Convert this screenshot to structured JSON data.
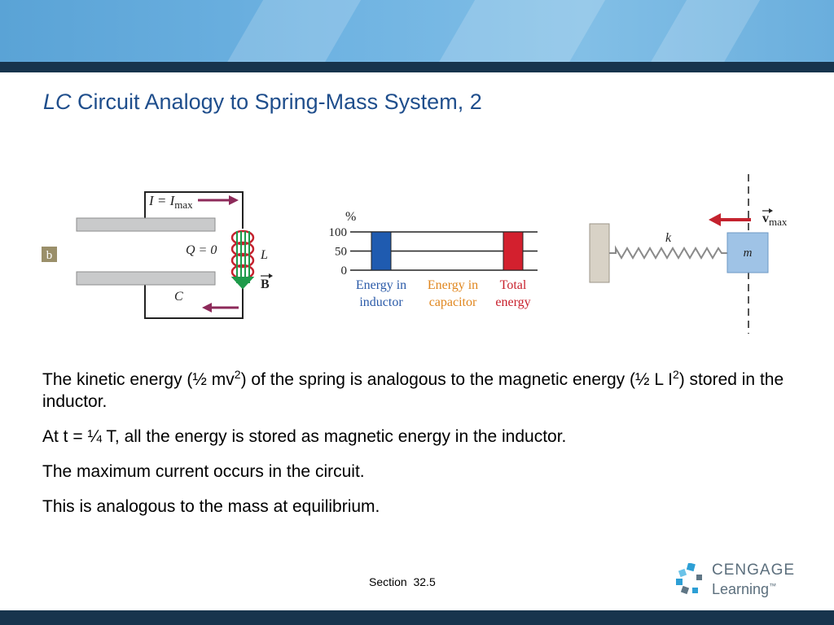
{
  "slide": {
    "title_italic": "LC",
    "title_rest": " Circuit Analogy to Spring-Mass System, 2",
    "paragraphs": [
      {
        "pre": "The kinetic energy (½ mv",
        "sup": "2",
        "post": ") of the spring is analogous to the magnetic energy (½ L I",
        "sup2": "2",
        "post2": ")  stored in the inductor."
      },
      {
        "text": "At t = ¼ T, all the energy is stored as magnetic energy in the inductor."
      },
      {
        "text": "The maximum current occurs in the circuit."
      },
      {
        "text": "This is analogous to the mass at equilibrium."
      }
    ],
    "footer": "Section  32.5"
  },
  "circuit": {
    "panel_label": "b",
    "current_label_I": "I = I",
    "current_label_sub": "max",
    "charge_label": "Q = 0",
    "inductor_label": "L",
    "field_label": "B",
    "capacitor_label": "C"
  },
  "energy_chart": {
    "unit_label": "%",
    "ticks": [
      "100",
      "50",
      "0"
    ],
    "bars": [
      {
        "line1": "Energy in",
        "line2": "inductor",
        "value": 100,
        "color": "#1f5bb0",
        "label_color": "#2a5aa8"
      },
      {
        "line1": "Energy in",
        "line2": "capacitor",
        "value": 0,
        "color": "#e38a1f",
        "label_color": "#e0861e"
      },
      {
        "line1": "Total",
        "line2": "energy",
        "value": 100,
        "color": "#d3202e",
        "label_color": "#c8202c"
      }
    ]
  },
  "spring": {
    "k_label": "k",
    "mass_label": "m",
    "velocity_label": "v",
    "velocity_sub": "max"
  },
  "logo": {
    "word1": "CENGAGE",
    "word2": "Learning",
    "tm": "™"
  }
}
